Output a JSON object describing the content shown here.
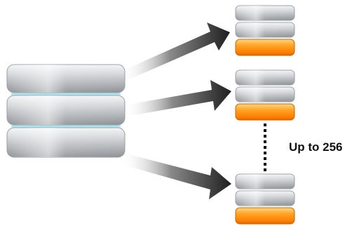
{
  "diagram": {
    "label": "Up to 256",
    "source_database": {
      "disks": 3
    },
    "target_databases": [
      {
        "disks": 3,
        "highlight_disk": "bottom"
      },
      {
        "disks": 3,
        "highlight_disk": "bottom"
      },
      {
        "disks": 3,
        "highlight_disk": "bottom"
      }
    ],
    "connector": "dotted-line"
  },
  "colors": {
    "disk_gray": "#c4c6c9",
    "disk_orange": "#ff8c00",
    "arrow_dark": "#2a2a2a",
    "disk_separator": "#aee3ef",
    "text": "#111111"
  },
  "icons": [
    "database-icon",
    "arrow-icon"
  ]
}
